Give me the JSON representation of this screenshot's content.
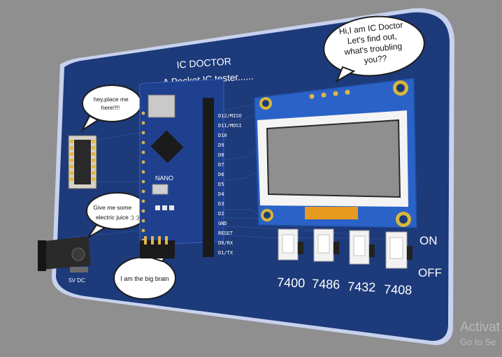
{
  "board": {
    "title": "IC DOCTOR",
    "subtitle": "A Pocket IC tester......",
    "colors": {
      "pcb": "#1d3a7a",
      "pcb_edge": "#cfd8f0",
      "nano": "#1f3f8f",
      "oled_frame": "#2a62c7",
      "screen": "#8f8f8f",
      "switch": "#f2f2f2"
    }
  },
  "bubbles": {
    "greeting": [
      "Hi,I am IC Doctor",
      "Let's find out,",
      "what's troubling",
      "you??"
    ],
    "place": [
      "hey,place me",
      "here!!!!"
    ],
    "power": [
      "Give me some",
      "electric juice :) :)"
    ],
    "brain": [
      "I am the big brain"
    ]
  },
  "nano_pins": [
    "D12/MISO",
    "D11/MOSI",
    "D10",
    "D9",
    "D8",
    "D7",
    "D6",
    "D5",
    "D4",
    "D3",
    "D2",
    "GND",
    "RESET",
    "D0/RX",
    "D1/TX"
  ],
  "nano_label": "NANO",
  "power_jack_label": "5V DC",
  "switch_labels": {
    "on": "ON",
    "off": "OFF"
  },
  "ic_labels": [
    "7400",
    "7486",
    "7432",
    "7408"
  ],
  "watermark": {
    "line1": "Activat",
    "line2": "Go to Se"
  }
}
